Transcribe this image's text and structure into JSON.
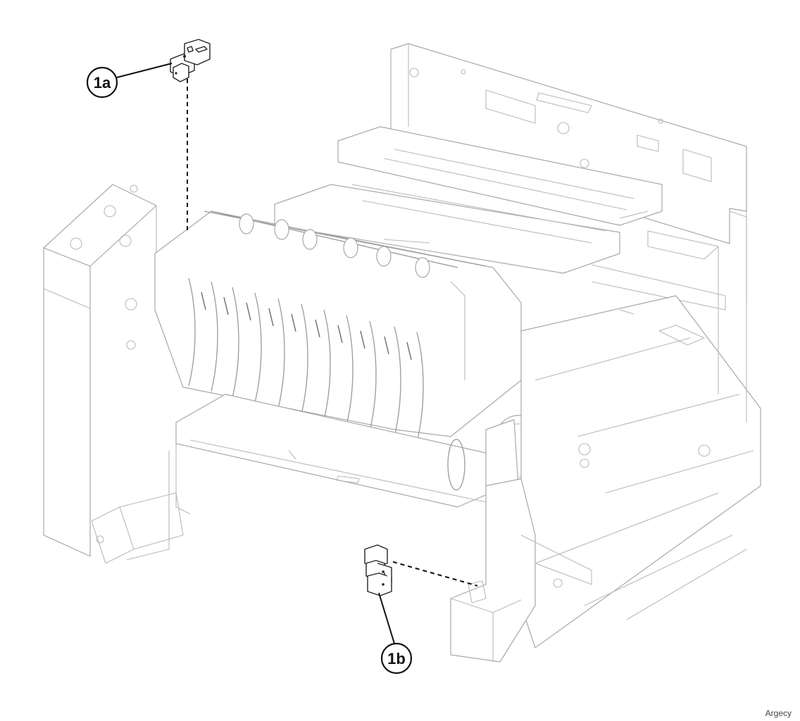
{
  "diagram": {
    "callouts": [
      {
        "id": "1a",
        "label": "1a"
      },
      {
        "id": "1b",
        "label": "1b"
      }
    ],
    "watermark": "Argecy",
    "colors": {
      "ink": "#111111",
      "line": "#a8a8a8",
      "background": "#ffffff"
    }
  }
}
